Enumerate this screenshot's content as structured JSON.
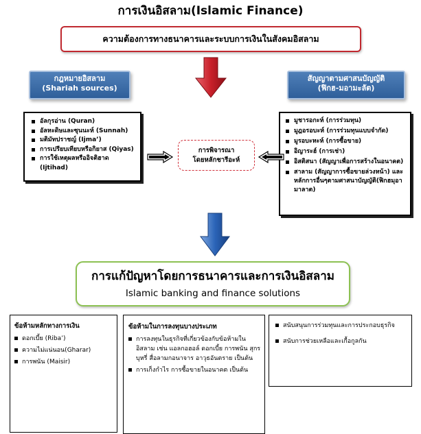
{
  "title": "การเงินอิสลาม(Islamic Finance)",
  "need": "ความต้องการทางธนาคารและระบบการเงินในสังคมอิสลาม",
  "shariah": {
    "head_th": "กฎหมายอิสลาม",
    "head_en": "(Shariah sources)",
    "items": [
      "อัลกุรอ่าน (Quran)",
      "อัลหะดิษและซุนนะห์ (Sunnah)",
      "มติมัทปราชญ์ (Ijma’)",
      "การเปรียบเทียบหรือกิยาส (Qiyas)",
      "การใช้เหตุผลหรืออิจติฮาด (Ijtihad)"
    ]
  },
  "contract": {
    "head_th": "สัญญาตามศาสนบัญญัติ",
    "head_sub": "(ฟิกฮ-มอามะลัต)",
    "items": [
      "มูชารอกะห์ (การร่วมทุน)",
      "มูฎอรอบะห์ (การร่วมทุนแบบจำกัด)",
      "มูรอบะหะห์ (การซื้อขาย)",
      "อิญาระฮ์ (การเช่า)",
      "อิสติสนา (สัญญาเพื่อการสร้างในอนาคต)",
      "สาลาม (สัญญาการซื้อขายล่วงหน้า) และหลักการอื่นๆตามศาสนาบัญญัติ(ฟิกฮมุอามาลาต)"
    ]
  },
  "consider": {
    "line1": "การพิจารณา",
    "line2": "โดยหลักชารีอะห์"
  },
  "solution": {
    "th": "การแก้ปัญหาโดยการธนาคารและการเงินอิสลาม",
    "en": "Islamic banking and finance solutions"
  },
  "finance_prohibitions": {
    "title": "ข้อห้ามหลักทางการเงิน",
    "items": [
      "ดอกเบี้ย (Riba’)",
      "ความไม่แน่นอน(Gharar)",
      "การพนัน (Maisir)"
    ]
  },
  "investment_prohibitions": {
    "title": "ข้อห้ามในการลงทุนบางประเภท",
    "items": [
      "การลงทุนในธุรกิจที่เกี่ยวข้องกับข้อห้ามในอิสลาม เช่น แอลกอฮอล์ ดอกเบี้ย การพนัน สุกร บุหรี่ สื่อลามกอนาจาร อาวุธอันตราย เป็นต้น",
      "การเก็งกำไร การซื้อขายในอนาคต เป็นต้น"
    ]
  },
  "cooperation": {
    "items": [
      "สนับสนุนการร่วมทุนและการประกอบธุรกิจ",
      "สนับการช่วยเหลือและเกื้อกูลกัน"
    ]
  },
  "colors": {
    "need_border": "#c0282f",
    "head_blue": "#3a6aa6",
    "solution_border": "#8cc152",
    "down_arrow_red": "#c8202a",
    "down_arrow_blue": "#2b64b8"
  }
}
